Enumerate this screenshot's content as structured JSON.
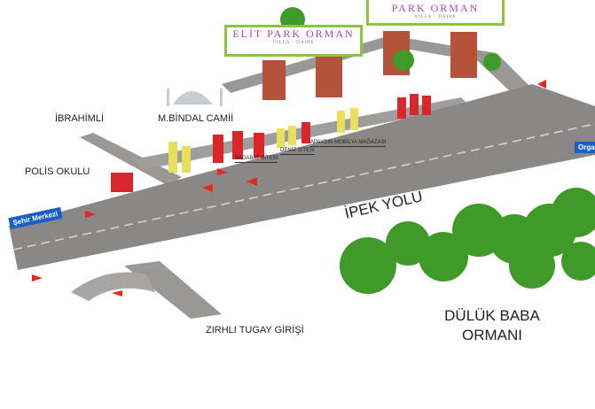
{
  "brands": {
    "elit": {
      "title": "ELİT PARK ORMAN",
      "sub": "VILLA · DAIRE"
    },
    "park": {
      "title": "PARK ORMAN",
      "sub": "VILLA · DAIRE"
    }
  },
  "labels": {
    "ibrahimli": "İBRAHİMLİ",
    "cami": "M.BİNDAL CAMİİ",
    "polis": "POLİS OKULU",
    "sadabat": "SADABAT SİTESİ",
    "deniz": "DENİZ SİTESİ",
    "apaydin": "APAYDIN MOBİLYA MAĞAZASI",
    "ipek": "İPEK YOLU",
    "zirhli": "ZIRHLI TUGAY GİRİŞİ",
    "forest_line1": "DÜLÜK BABA",
    "forest_line2": "ORMANI"
  },
  "signs": {
    "sehir": "Şehir Merkezi",
    "org": "Organi"
  },
  "colors": {
    "road": "#8a8886",
    "building_red": "#d8262b",
    "building_yellow": "#e8df5a",
    "tree": "#3f9a2a",
    "arrow": "#e8281e",
    "sign": "#1a5fc8"
  }
}
